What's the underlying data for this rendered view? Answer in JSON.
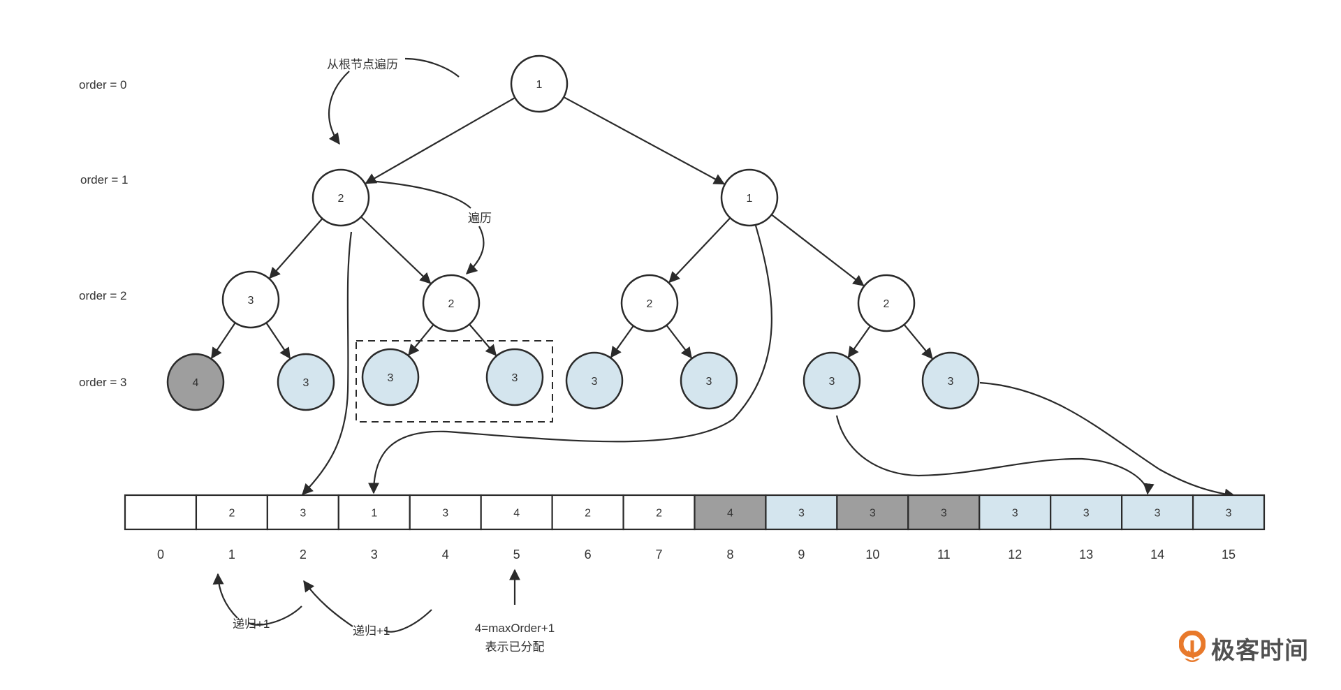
{
  "colors": {
    "stroke": "#2a2a2a",
    "node_free": "#ffffff",
    "node_blue": "#d4e5ee",
    "node_gray": "#9e9e9e",
    "logo_orange": "#e8792b",
    "logo_text": "#505050"
  },
  "order_labels": [
    "order = 0",
    "order = 1",
    "order = 2",
    "order = 3"
  ],
  "tree": {
    "nodes": [
      {
        "id": "n1",
        "order": 0,
        "value": "1",
        "state": "free"
      },
      {
        "id": "n2",
        "order": 1,
        "value": "2",
        "state": "free"
      },
      {
        "id": "n3",
        "order": 1,
        "value": "1",
        "state": "free"
      },
      {
        "id": "n4",
        "order": 2,
        "value": "3",
        "state": "free"
      },
      {
        "id": "n5",
        "order": 2,
        "value": "2",
        "state": "free"
      },
      {
        "id": "n6",
        "order": 2,
        "value": "2",
        "state": "free"
      },
      {
        "id": "n7",
        "order": 2,
        "value": "2",
        "state": "free"
      },
      {
        "id": "n8",
        "order": 3,
        "value": "4",
        "state": "allocated"
      },
      {
        "id": "n9",
        "order": 3,
        "value": "3",
        "state": "leaf"
      },
      {
        "id": "n10",
        "order": 3,
        "value": "3",
        "state": "leaf"
      },
      {
        "id": "n11",
        "order": 3,
        "value": "3",
        "state": "leaf"
      },
      {
        "id": "n12",
        "order": 3,
        "value": "3",
        "state": "leaf"
      },
      {
        "id": "n13",
        "order": 3,
        "value": "3",
        "state": "leaf"
      },
      {
        "id": "n14",
        "order": 3,
        "value": "3",
        "state": "leaf"
      },
      {
        "id": "n15",
        "order": 3,
        "value": "3",
        "state": "leaf"
      }
    ],
    "edges": [
      [
        "n1",
        "n2"
      ],
      [
        "n1",
        "n3"
      ],
      [
        "n2",
        "n4"
      ],
      [
        "n2",
        "n5"
      ],
      [
        "n3",
        "n6"
      ],
      [
        "n3",
        "n7"
      ],
      [
        "n4",
        "n8"
      ],
      [
        "n4",
        "n9"
      ],
      [
        "n5",
        "n10"
      ],
      [
        "n5",
        "n11"
      ],
      [
        "n6",
        "n12"
      ],
      [
        "n6",
        "n13"
      ],
      [
        "n7",
        "n14"
      ],
      [
        "n7",
        "n15"
      ]
    ]
  },
  "annotations": {
    "traverse_from_root": "从根节点遍历",
    "traverse": "遍历",
    "recurse_1": "递归+1",
    "recurse_2": "递归+1",
    "allocated_note_line1": "4=maxOrder+1",
    "allocated_note_line2": "表示已分配"
  },
  "array": {
    "cells": [
      {
        "index": "0",
        "value": "",
        "state": "free"
      },
      {
        "index": "1",
        "value": "2",
        "state": "free"
      },
      {
        "index": "2",
        "value": "3",
        "state": "free"
      },
      {
        "index": "3",
        "value": "1",
        "state": "free"
      },
      {
        "index": "4",
        "value": "3",
        "state": "free"
      },
      {
        "index": "5",
        "value": "4",
        "state": "free"
      },
      {
        "index": "6",
        "value": "2",
        "state": "free"
      },
      {
        "index": "7",
        "value": "2",
        "state": "free"
      },
      {
        "index": "8",
        "value": "4",
        "state": "allocated"
      },
      {
        "index": "9",
        "value": "3",
        "state": "leaf"
      },
      {
        "index": "10",
        "value": "3",
        "state": "allocated"
      },
      {
        "index": "11",
        "value": "3",
        "state": "allocated"
      },
      {
        "index": "12",
        "value": "3",
        "state": "leaf"
      },
      {
        "index": "13",
        "value": "3",
        "state": "leaf"
      },
      {
        "index": "14",
        "value": "3",
        "state": "leaf"
      },
      {
        "index": "15",
        "value": "3",
        "state": "leaf"
      }
    ]
  },
  "logo": {
    "text": "极客时间",
    "icon": "geektime-logo-icon"
  }
}
